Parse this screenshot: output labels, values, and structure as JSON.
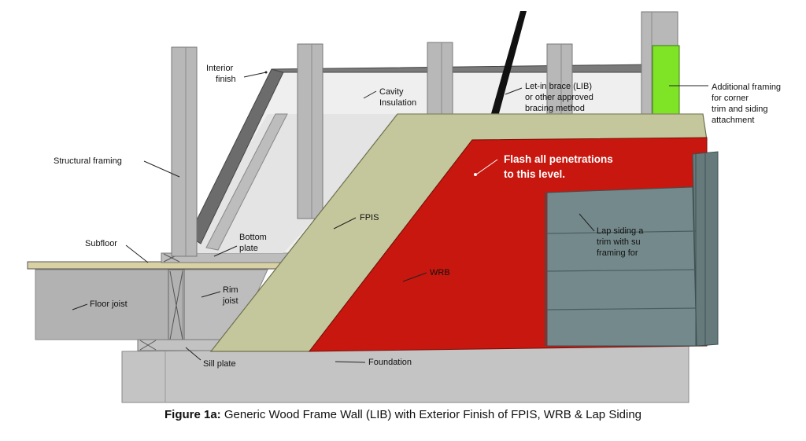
{
  "caption": {
    "prefix": "Figure 1a:",
    "text": "Generic Wood Frame Wall (LIB) with Exterior Finish of FPIS, WRB & Lap Siding"
  },
  "labels": {
    "interior_finish": [
      "Interior",
      "finish"
    ],
    "cavity_insulation": [
      "Cavity",
      "Insulation"
    ],
    "let_in_brace": [
      "Let-in brace (LIB)",
      "or other approved",
      "bracing method"
    ],
    "additional_framing": [
      "Additional framing",
      "for corner",
      "trim and siding",
      "attachment"
    ],
    "structural_framing": "Structural framing",
    "flash": [
      "Flash all penetrations",
      "to this level."
    ],
    "fpis": "FPIS",
    "lap_siding": [
      "Lap siding a",
      "trim with su",
      "framing for"
    ],
    "subfloor": "Subfloor",
    "bottom_plate": [
      "Bottom",
      "plate"
    ],
    "wrb": "WRB",
    "rim_joist": [
      "Rim",
      "joist"
    ],
    "floor_joist": "Floor joist",
    "sill_plate": "Sill plate",
    "foundation": "Foundation"
  },
  "colors": {
    "wrb": "#c8170f",
    "fpis": "#c4c79c",
    "siding": "#74898b",
    "framing": "#b3b3b3",
    "corner_framing": "#7fe326",
    "foundation": "#c4c4c4",
    "insulation": "#efefef",
    "brace": "#111111"
  }
}
